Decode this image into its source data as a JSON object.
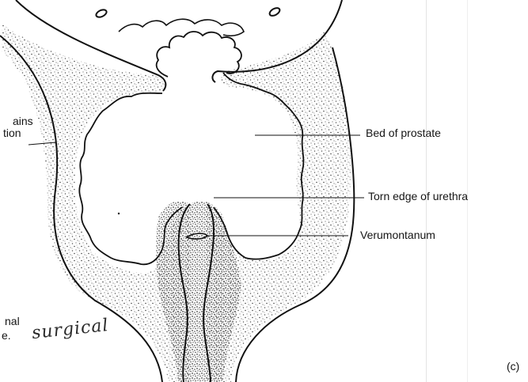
{
  "labels": {
    "left_partial_1": "ains",
    "left_partial_2": "tion",
    "bed_of_prostate": "Bed of prostate",
    "torn_edge": "Torn edge of urethra",
    "verumontanum": "Verumontanum",
    "left_partial_3": "nal",
    "left_partial_4": "e.",
    "handwritten": "surgical",
    "panel_letter": "(c)"
  },
  "colors": {
    "ink": "#151515",
    "stipple": "#555555",
    "paper": "#ffffff"
  }
}
